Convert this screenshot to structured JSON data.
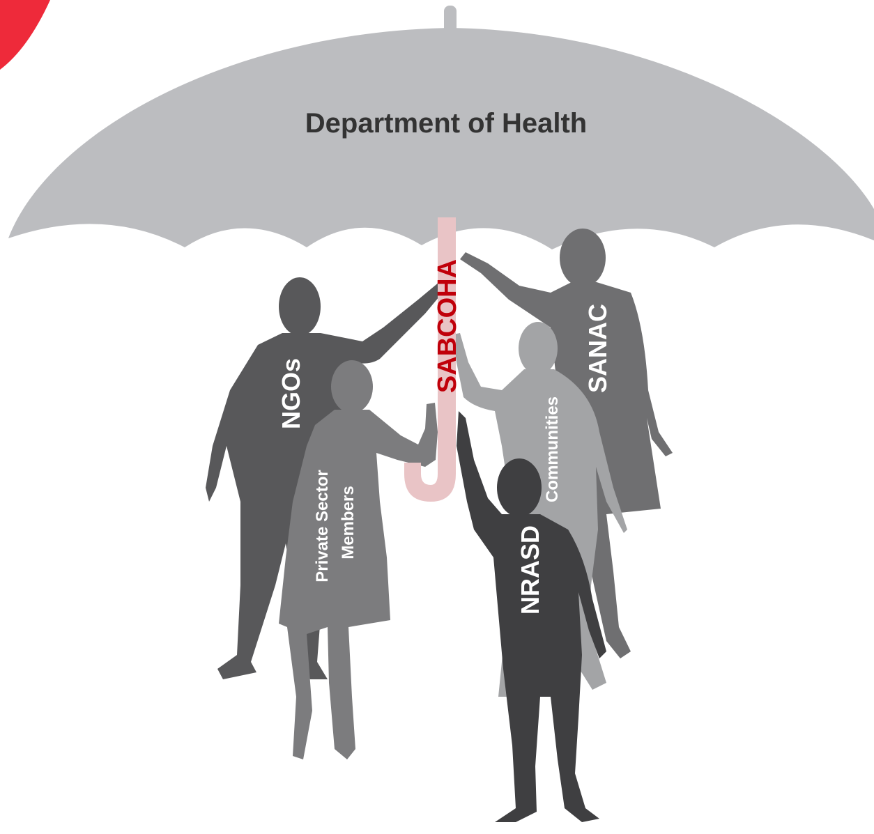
{
  "umbrella": {
    "label": "Department of Health",
    "color": "#bcbdc0"
  },
  "handle": {
    "label": "SABCOHA",
    "color": "#e9c4c6",
    "label_color": "#c0000a"
  },
  "corner_accent_color": "#ee2a3a",
  "figures": [
    {
      "id": "ngos",
      "label": "NGOs",
      "color": "#58585a"
    },
    {
      "id": "private-sector",
      "label_line1": "Private Sector",
      "label_line2": "Members",
      "color": "#7c7c7e"
    },
    {
      "id": "sanac",
      "label": "SANAC",
      "color": "#6f6f71"
    },
    {
      "id": "communities",
      "label": "Communities",
      "color": "#a3a4a6"
    },
    {
      "id": "nrasd",
      "label": "NRASD",
      "color": "#3f3f41"
    }
  ]
}
